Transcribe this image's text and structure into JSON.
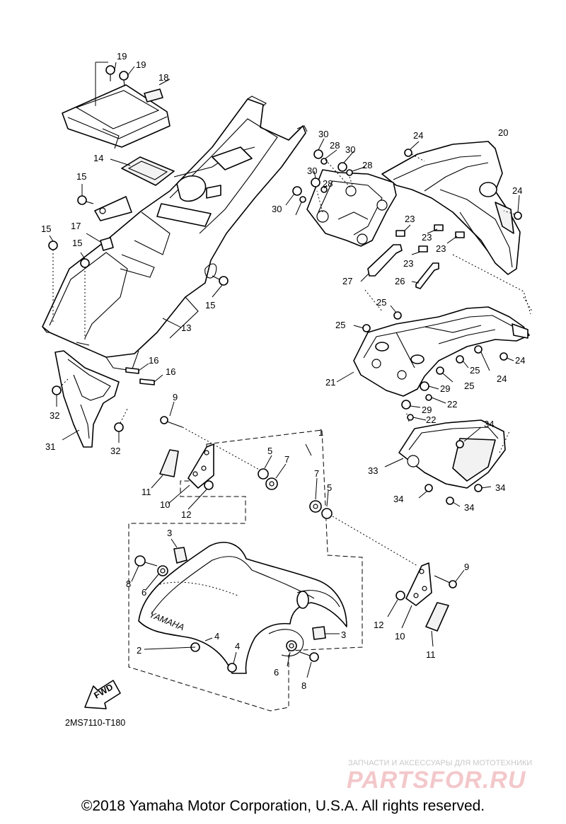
{
  "diagram": {
    "drawing_code": "2MS7110-T180",
    "direction_label": "FWD",
    "mudguard_lettering": "YAMAHA",
    "copyright": "©2018 Yamaha Motor Corporation, U.S.A. All rights reserved.",
    "watermark": {
      "caption": "ЗАПЧАСТИ И АКСЕССУАРЫ ДЛЯ МОТОТЕХНИКИ",
      "brand": "PARTSFOR.RU"
    },
    "callouts": {
      "c1": "1",
      "c2": "2",
      "c3a": "3",
      "c3b": "3",
      "c4a": "4",
      "c4b": "4",
      "c5a": "5",
      "c5b": "5",
      "c6a": "6",
      "c6b": "6",
      "c7a": "7",
      "c7b": "7",
      "c8a": "8",
      "c8b": "8",
      "c9a": "9",
      "c9b": "9",
      "c10a": "10",
      "c10b": "10",
      "c11a": "11",
      "c11b": "11",
      "c12a": "12",
      "c12b": "12",
      "c13": "13",
      "c14": "14",
      "c15a": "15",
      "c15b": "15",
      "c15c": "15",
      "c15d": "15",
      "c16a": "16",
      "c16b": "16",
      "c17": "17",
      "c18": "18",
      "c19a": "19",
      "c19b": "19",
      "c20": "20",
      "c21": "21",
      "c22a": "22",
      "c22b": "22",
      "c23a": "23",
      "c23b": "23",
      "c23c": "23",
      "c23d": "23",
      "c24a": "24",
      "c24b": "24",
      "c24c": "24",
      "c24d": "24",
      "c25a": "25",
      "c25b": "25",
      "c25c": "25",
      "c25d": "25",
      "c26": "26",
      "c27": "27",
      "c28a": "28",
      "c28b": "28",
      "c28c": "28",
      "c29a": "29",
      "c29b": "29",
      "c30a": "30",
      "c30b": "30",
      "c30c": "30",
      "c30d": "30",
      "c31": "31",
      "c32a": "32",
      "c32b": "32",
      "c33": "33",
      "c34a": "34",
      "c34b": "34",
      "c34c": "34",
      "c34d": "34"
    }
  }
}
